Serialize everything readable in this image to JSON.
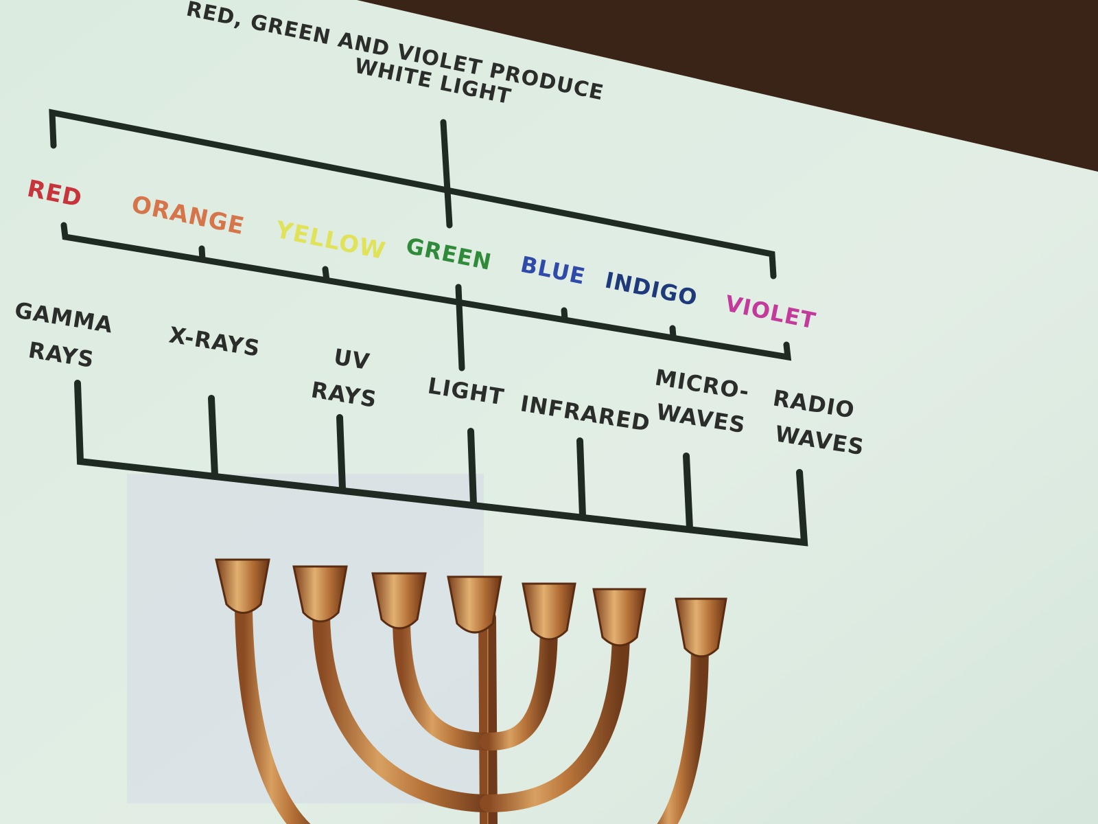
{
  "slide": {
    "title_line1": "RED, GREEN AND VIOLET PRODUCE",
    "title_line2": "WHITE LIGHT"
  },
  "colors": {
    "screen": "#e0ede3",
    "wall": "#3a2418",
    "line": "#1f2a22",
    "text": "#2a2d2a",
    "red": "#c8343c",
    "orange": "#d6744a",
    "yellow": "#e0e35a",
    "green": "#2f8a3a",
    "blue": "#2f4aa8",
    "indigo": "#1e3a7a",
    "violet": "#c23a9a",
    "gold": "#b8743a"
  },
  "visible_spectrum": {
    "red": "RED",
    "orange": "ORANGE",
    "yellow": "YELLOW",
    "green": "GREEN",
    "blue": "BLUE",
    "indigo": "INDIGO",
    "violet": "VIOLET"
  },
  "em_spectrum": {
    "gamma_1": "GAMMA",
    "gamma_2": "RAYS",
    "xrays": "X-RAYS",
    "uv_1": "UV",
    "uv_2": "RAYS",
    "light": "LIGHT",
    "infrared": "INFRARED",
    "micro_1": "MICRO-",
    "micro_2": "WAVES",
    "radio_1": "RADIO",
    "radio_2": "WAVES"
  },
  "image": {
    "icon": "menorah-icon"
  }
}
